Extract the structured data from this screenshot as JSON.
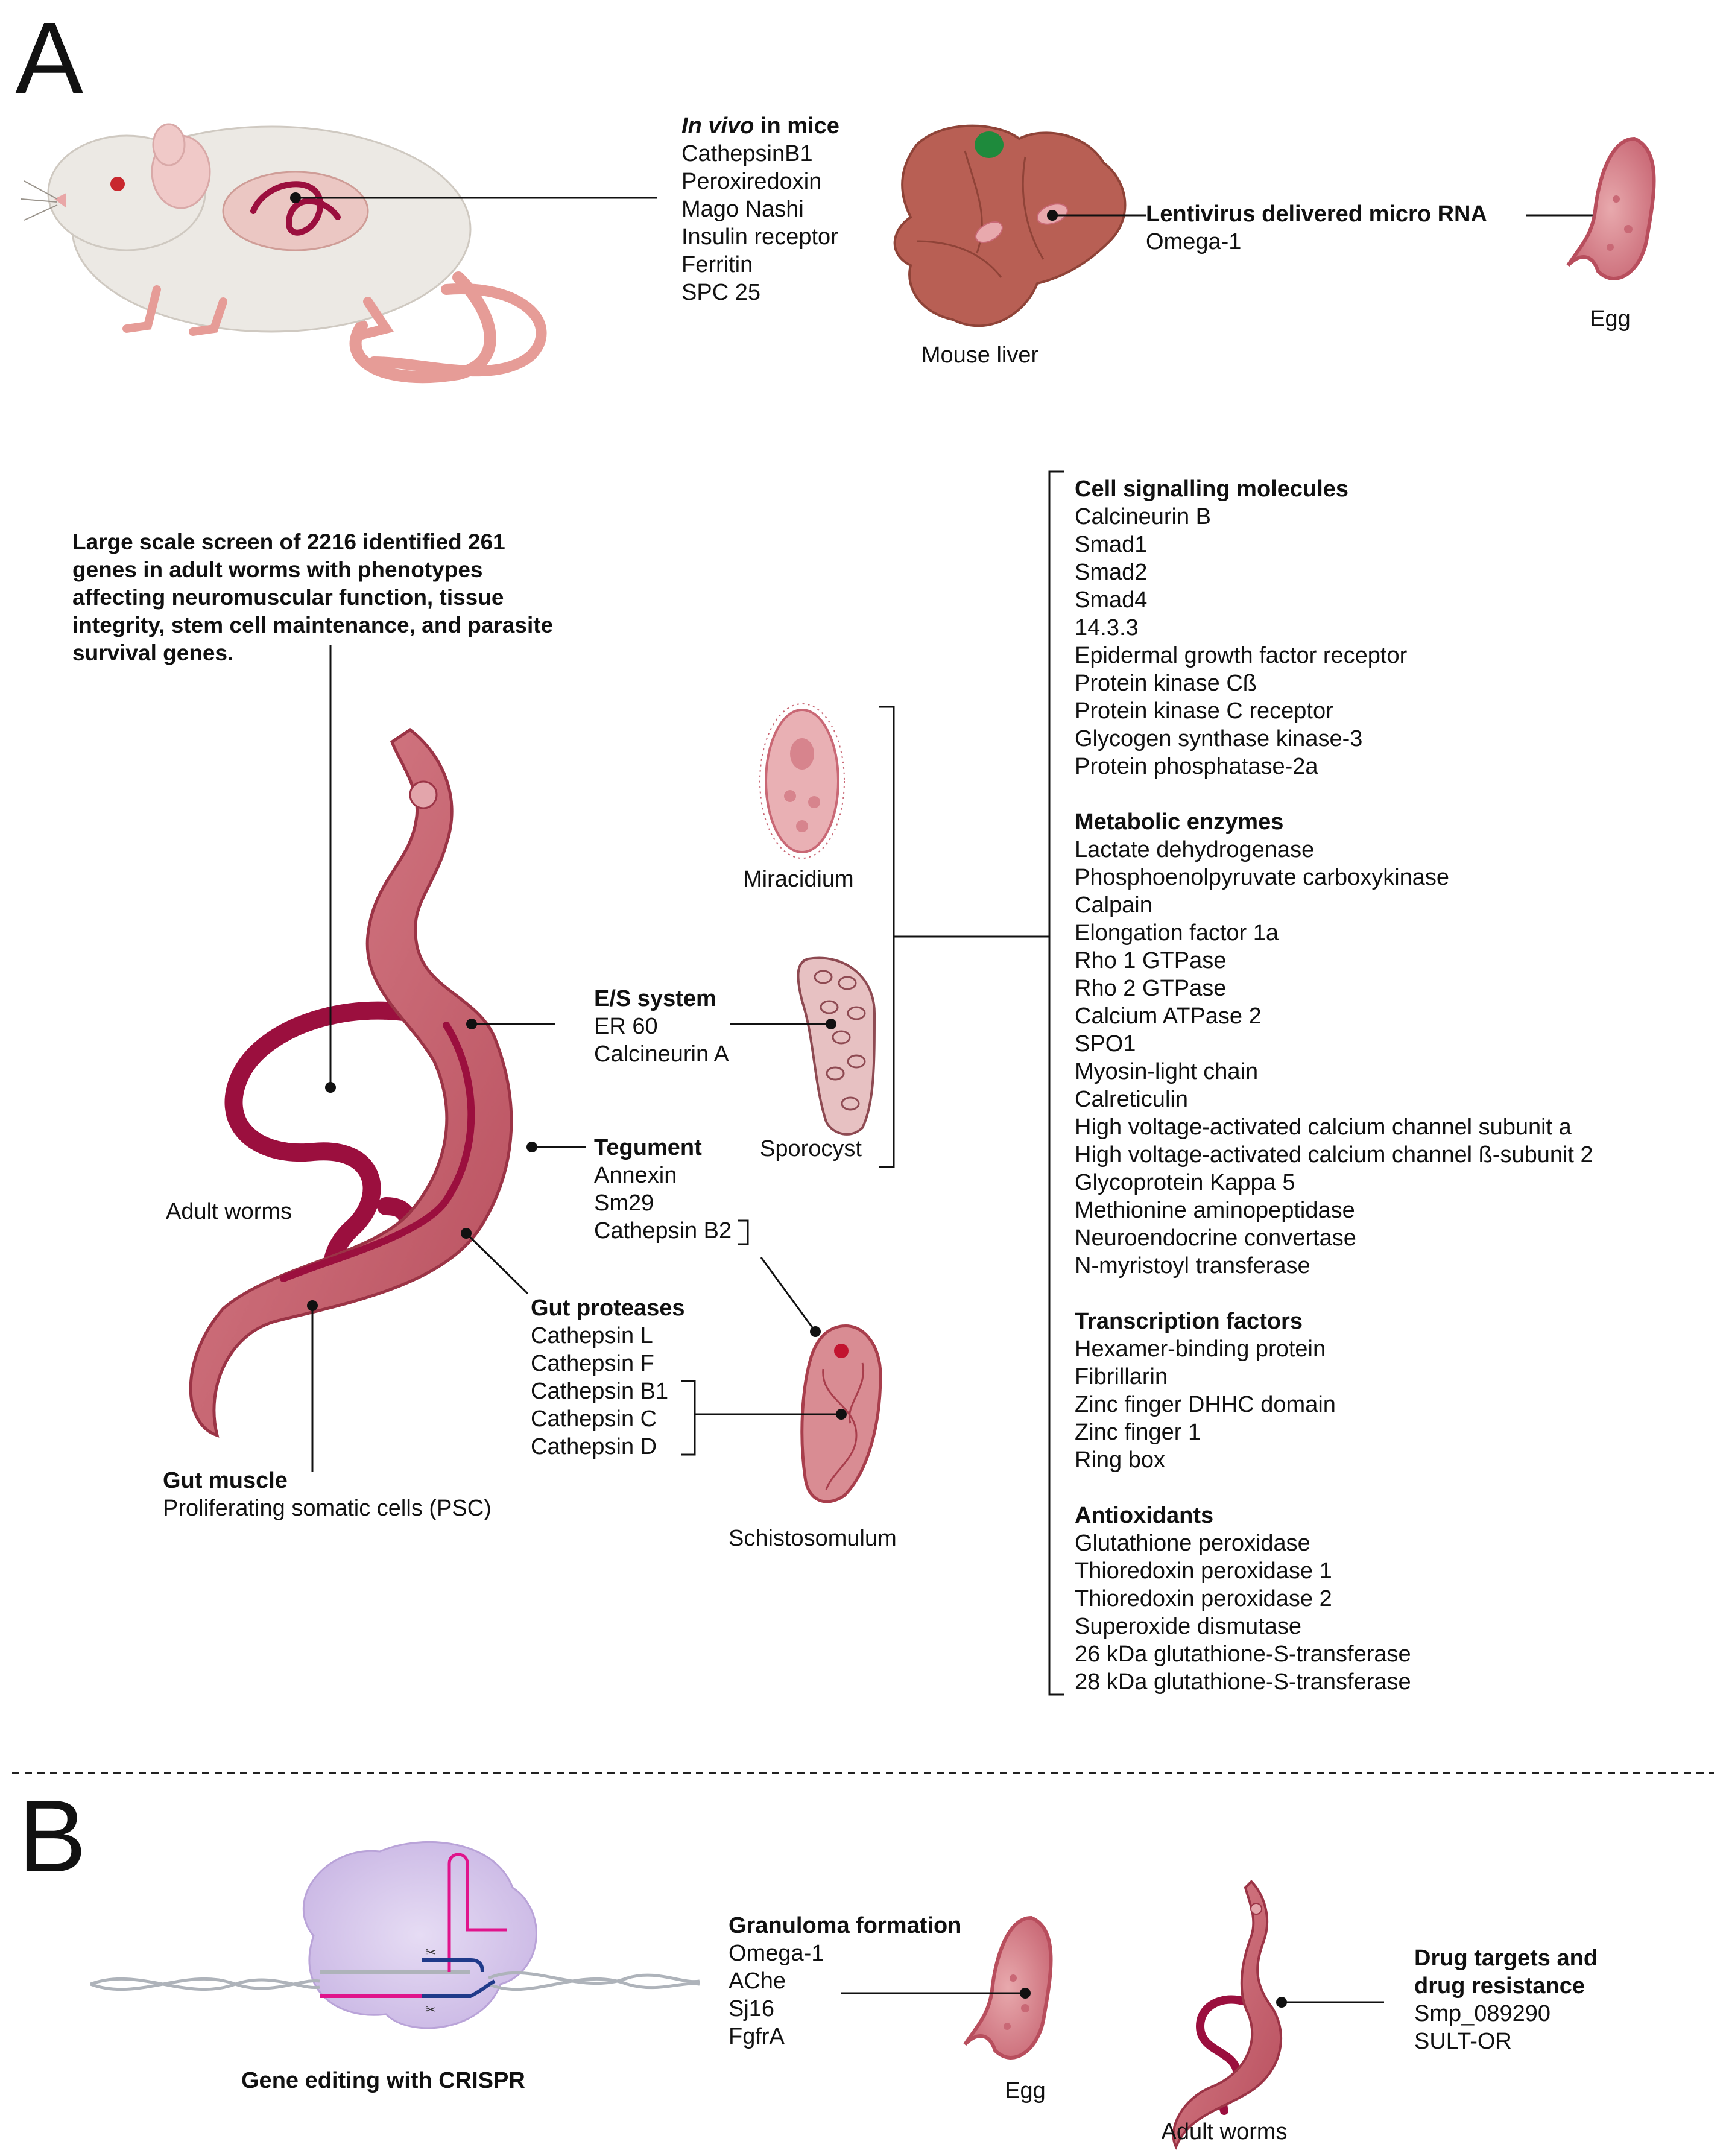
{
  "panels": {
    "a": "A",
    "b": "B"
  },
  "panel_a": {
    "in_vivo": {
      "title_italic": "In vivo",
      "title_rest": " in mice",
      "items": [
        "CathepsinB1",
        "Peroxiredoxin",
        "Mago Nashi",
        "Insulin receptor",
        "Ferritin",
        "SPC 25"
      ]
    },
    "mouse_liver_label": "Mouse liver",
    "lentivirus": {
      "title": "Lentivirus delivered micro RNA",
      "items": [
        "Omega-1"
      ]
    },
    "egg_label": "Egg",
    "large_screen": {
      "lines": [
        "Large scale screen of 2216 identified 261",
        "genes in adult worms with phenotypes",
        "affecting neuromuscular function, tissue",
        "integrity, stem cell maintenance, and parasite",
        "survival genes."
      ]
    },
    "adult_worms_label": "Adult worms",
    "miracidium_label": "Miracidium",
    "sporocyst_label": "Sporocyst",
    "schistosomulum_label": "Schistosomulum",
    "es_system": {
      "title": "E/S system",
      "items": [
        "ER 60",
        "Calcineurin A"
      ]
    },
    "tegument": {
      "title": "Tegument",
      "items": [
        "Annexin",
        "Sm29",
        "Cathepsin B2"
      ]
    },
    "gut_proteases": {
      "title": "Gut proteases",
      "items": [
        "Cathepsin L",
        "Cathepsin F",
        "Cathepsin B1",
        "Cathepsin C",
        "Cathepsin D"
      ]
    },
    "gut_muscle": {
      "title": "Gut muscle",
      "items": [
        "Proliferating somatic cells (PSC)"
      ]
    },
    "gene_groups": [
      {
        "title": "Cell signalling molecules",
        "items": [
          "Calcineurin B",
          "Smad1",
          "Smad2",
          "Smad4",
          "14.3.3",
          "Epidermal growth factor receptor",
          "Protein kinase Cß",
          "Protein kinase C receptor",
          "Glycogen synthase kinase-3",
          "Protein phosphatase-2a"
        ]
      },
      {
        "title": "Metabolic enzymes",
        "items": [
          "Lactate dehydrogenase",
          "Phosphoenolpyruvate carboxykinase",
          "Calpain",
          "Elongation factor 1a",
          "Rho 1 GTPase",
          "Rho 2 GTPase",
          "Calcium ATPase 2",
          "SPO1",
          "Myosin-light chain",
          "Calreticulin",
          "High voltage-activated calcium channel subunit a",
          "High voltage-activated calcium channel ß-subunit 2",
          "Glycoprotein Kappa 5",
          "Methionine aminopeptidase",
          "Neuroendocrine convertase",
          "N-myristoyl transferase"
        ]
      },
      {
        "title": "Transcription factors",
        "items": [
          "Hexamer-binding protein",
          "Fibrillarin",
          "Zinc finger DHHC domain",
          "Zinc finger 1",
          "Ring box"
        ]
      },
      {
        "title": "Antioxidants",
        "items": [
          "Glutathione peroxidase",
          "Thioredoxin peroxidase 1",
          "Thioredoxin peroxidase 2",
          "Superoxide dismutase",
          "26 kDa glutathione-S-transferase",
          "28 kDa glutathione-S-transferase"
        ]
      }
    ]
  },
  "panel_b": {
    "crispr_label": "Gene editing with CRISPR",
    "granuloma": {
      "title": "Granuloma formation",
      "items": [
        "Omega-1",
        "AChe",
        "Sj16",
        "FgfrA"
      ]
    },
    "egg_label": "Egg",
    "adult_worms_label": "Adult worms",
    "drug": {
      "title_lines": [
        "Drug targets and",
        "drug resistance"
      ],
      "items": [
        "Smp_089290",
        "SULT-OR"
      ]
    }
  },
  "colors": {
    "worm_pink": "#c9606d",
    "worm_dark": "#9b0f3e",
    "liver": "#b85f54",
    "gallbladder": "#1e8a3c",
    "crispr_magenta": "#e0148c",
    "crispr_blue": "#1f3a8a",
    "cas9_lavender": "#d8c8ec"
  }
}
